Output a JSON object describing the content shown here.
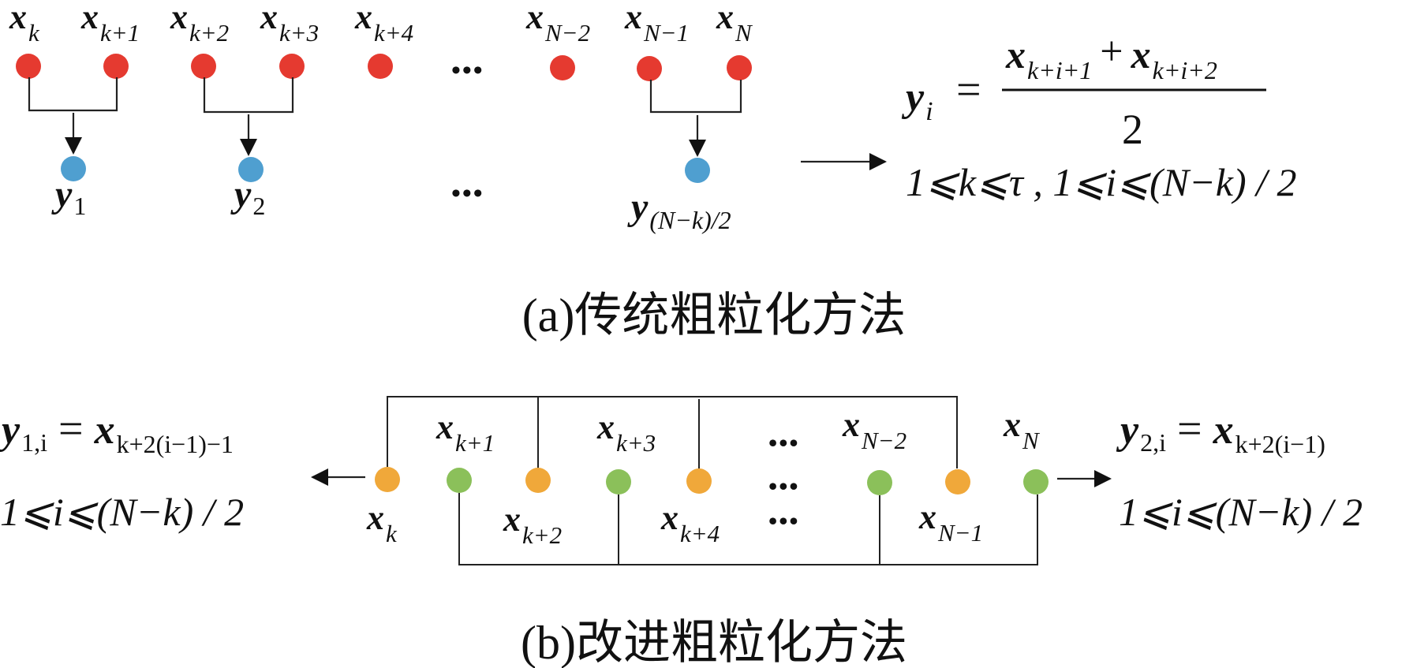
{
  "colors": {
    "original_node": "#E53A30",
    "coarse_node": "#4F9FD0",
    "odd_node": "#F0A83A",
    "even_node": "#8BC05A",
    "line": "#222222"
  },
  "panel_a": {
    "caption": "(a)传统粗粒化方法",
    "top_labels": [
      {
        "base": "x",
        "sub": "k"
      },
      {
        "base": "x",
        "sub": "k+1"
      },
      {
        "base": "x",
        "sub": "k+2"
      },
      {
        "base": "x",
        "sub": "k+3"
      },
      {
        "base": "x",
        "sub": "k+4"
      },
      {
        "base": "x",
        "sub": "N−2"
      },
      {
        "base": "x",
        "sub": "N−1"
      },
      {
        "base": "x",
        "sub": "N"
      }
    ],
    "bottom_labels": [
      {
        "base": "y",
        "sub": "1"
      },
      {
        "base": "y",
        "sub": "2"
      },
      {
        "base": "y",
        "sub": "(N−k)/2"
      }
    ],
    "ellipsis": "•••",
    "formula": {
      "lhs_base": "y",
      "lhs_sub": "i",
      "equals": "=",
      "num_a_base": "x",
      "num_a_sub": "k+i+1",
      "plus": "+",
      "num_b_base": "x",
      "num_b_sub": "k+i+2",
      "denominator": "2",
      "constraint": "1⩽k⩽τ , 1⩽i⩽(N−k) / 2"
    }
  },
  "panel_b": {
    "caption": "(b)改进粗粒化方法",
    "upper_labels": [
      {
        "base": "x",
        "sub": "k+1"
      },
      {
        "base": "x",
        "sub": "k+3"
      },
      {
        "base": "x",
        "sub": "N−2"
      },
      {
        "base": "x",
        "sub": "N"
      }
    ],
    "lower_labels": [
      {
        "base": "x",
        "sub": "k"
      },
      {
        "base": "x",
        "sub": "k+2"
      },
      {
        "base": "x",
        "sub": "k+4"
      },
      {
        "base": "x",
        "sub": "N−1"
      }
    ],
    "ellipsis": "•••",
    "left_formula": {
      "lhs_base": "y",
      "lhs_sub": "1,i",
      "equals": "=",
      "rhs_base": "x",
      "rhs_sub": "k+2(i−1)−1",
      "constraint": "1⩽i⩽(N−k) / 2"
    },
    "right_formula": {
      "lhs_base": "y",
      "lhs_sub": "2,i",
      "equals": "=",
      "rhs_base": "x",
      "rhs_sub": "k+2(i−1)",
      "constraint": "1⩽i⩽(N−k) / 2"
    }
  }
}
